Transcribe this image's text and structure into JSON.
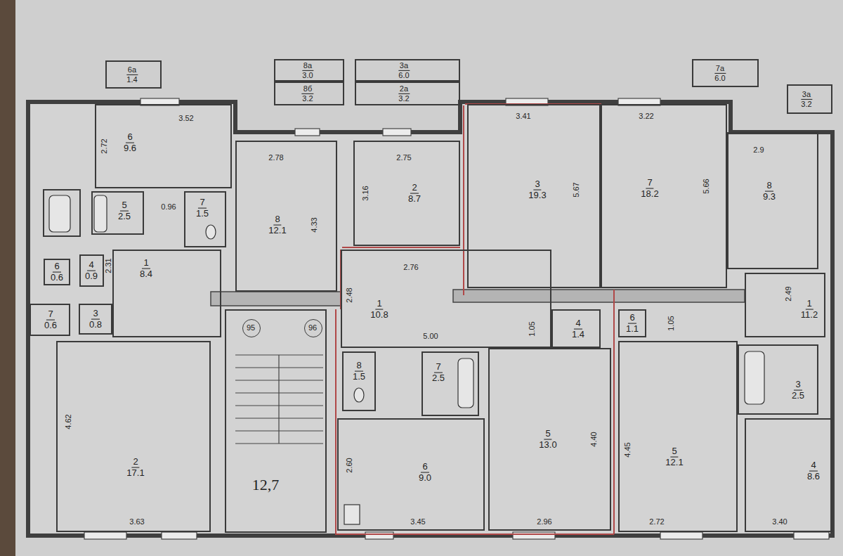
{
  "diagram": {
    "nodes": [
      {
        "text": [
          "6а",
          "1.4"
        ]
      },
      {
        "text": [
          "8а",
          "3.0"
        ]
      },
      {
        "text": [
          "8б",
          "3.2"
        ]
      },
      {
        "text": [
          "3а",
          "6.0"
        ]
      },
      {
        "text": [
          "2а",
          "3.2"
        ]
      },
      {
        "text": [
          "7а",
          "6.0"
        ]
      },
      {
        "text": [
          "3а",
          "3.2"
        ]
      },
      {
        "text": [
          "6",
          "9.6"
        ]
      },
      {
        "text": [
          "5",
          "2.5"
        ]
      },
      {
        "text": [
          "7",
          "1.5"
        ]
      },
      {
        "text": [
          "6",
          "0.6"
        ]
      },
      {
        "text": [
          "4",
          "0.9"
        ]
      },
      {
        "text": [
          "7",
          "0.6"
        ]
      },
      {
        "text": [
          "3",
          "0.8"
        ]
      },
      {
        "text": [
          "1",
          "8.4"
        ]
      },
      {
        "text": [
          "2",
          "17.1"
        ]
      },
      {
        "text": [
          "8",
          "12.1"
        ]
      },
      {
        "text": [
          "12,7"
        ]
      },
      {
        "text": [
          "95"
        ],
        "in": 17
      },
      {
        "text": [
          "96"
        ],
        "in": 17
      },
      {
        "text": [
          "2",
          "8.7"
        ]
      },
      {
        "text": [
          "3",
          "19.3"
        ]
      },
      {
        "text": [
          "1",
          "10.8"
        ]
      },
      {
        "text": [
          "4",
          "1.4"
        ]
      },
      {
        "text": [
          "8",
          "1.5"
        ]
      },
      {
        "text": [
          "7",
          "2.5"
        ]
      },
      {
        "text": [
          "6",
          "9.0"
        ]
      },
      {
        "text": [
          "5",
          "13.0"
        ]
      },
      {
        "text": [
          "7",
          "18.2"
        ]
      },
      {
        "text": [
          "8",
          "9.3"
        ]
      },
      {
        "text": [
          "1",
          "11.2"
        ]
      },
      {
        "text": [
          "6",
          "1.1"
        ]
      },
      {
        "text": [
          "5",
          "12.1"
        ]
      },
      {
        "text": [
          "3",
          "2.5"
        ]
      },
      {
        "text": [
          "4",
          "8.6"
        ]
      }
    ],
    "labels": [
      "3.52",
      "2.72",
      "0.96",
      "2.31",
      "4.62",
      "3.63",
      "2.78",
      "4.33",
      "2.75",
      "3.16",
      "3.41",
      "5.67",
      "2.76",
      "2.48",
      "5.00",
      "1.05",
      "2.60",
      "3.45",
      "4.40",
      "2.96",
      "3.22",
      "5.66",
      "2.9",
      "2.49",
      "1.05",
      "4.45",
      "2.72",
      "3.40"
    ]
  }
}
